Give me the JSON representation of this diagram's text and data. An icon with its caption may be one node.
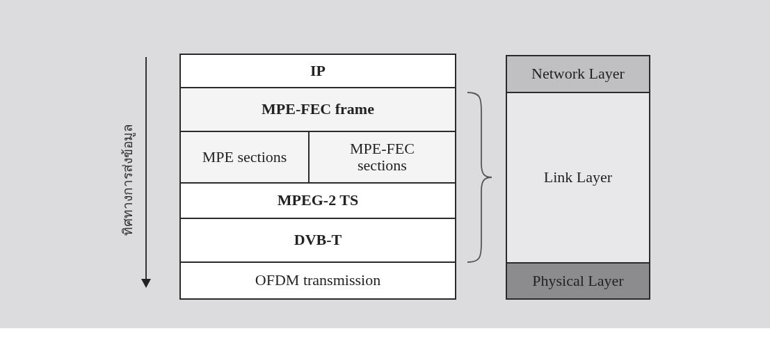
{
  "diagram": {
    "nodes": [
      {
        "text": [
          "IP"
        ]
      },
      {
        "text": [
          "MPE-FEC frame"
        ]
      },
      {
        "text": [
          "MPE sections"
        ]
      },
      {
        "text": [
          "MPE-FEC sections"
        ]
      },
      {
        "text": [
          "MPEG-2 TS"
        ]
      },
      {
        "text": [
          "DVB-T"
        ]
      },
      {
        "text": [
          "OFDM transmission"
        ]
      },
      {
        "text": [
          "Network Layer"
        ]
      },
      {
        "text": [
          "Link Layer"
        ]
      },
      {
        "text": [
          "Physical Layer"
        ]
      }
    ],
    "labels": [
      "ทิศทางการส่งข้อมูล"
    ]
  }
}
